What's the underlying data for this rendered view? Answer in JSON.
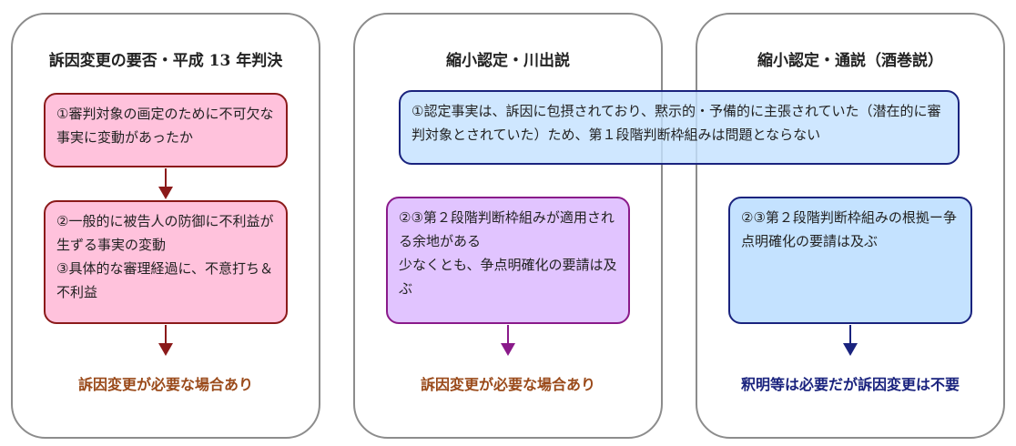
{
  "panels": {
    "p1": {
      "title": "訴因変更の要否・平成 13 年判決",
      "box1": "①審判対象の画定のために不可欠な事実に変動があったか",
      "box2_line1": "②一般的に被告人の防御に不利益が生ずる事実の変動",
      "box2_line2": "③具体的な審理経過に、不意打ち＆不利益",
      "result": "訴因変更が必要な場合あり"
    },
    "p2": {
      "title": "縮小認定・川出説",
      "box_line1": "②③第２段階判断枠組みが適用される余地がある",
      "box_line2": "少なくとも、争点明確化の要請は及ぶ",
      "result": "訴因変更が必要な場合あり"
    },
    "p3": {
      "title": "縮小認定・通説（酒巻説）",
      "box": "②③第２段階判断枠組みの根拠ー争点明確化の要請は及ぶ",
      "result": "釈明等は必要だが訴因変更は不要"
    }
  },
  "shared_box": "①認定事実は、訴因に包摂されており、黙示的・予備的に主張されていた（潜在的に審判対象とされていた）ため、第１段階判断枠組みは問題とならない",
  "colors": {
    "pink_fill": "#ffc2dc",
    "pink_border": "#8b1a1a",
    "purple_fill": "#e1c4ff",
    "purple_border": "#8a1a8a",
    "blue_fill": "#c4e2ff",
    "blue_border": "#1a237e",
    "result_brown": "#9a4a1a",
    "result_navy": "#1a237e"
  }
}
